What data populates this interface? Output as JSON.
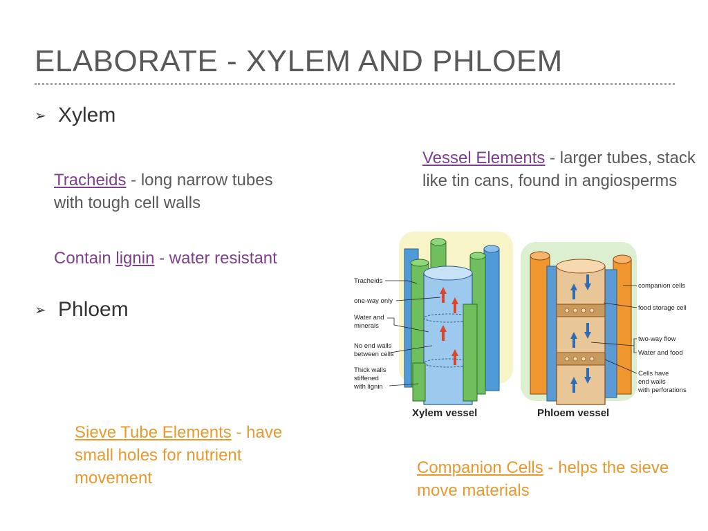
{
  "slide": {
    "title": "ELABORATE - XYLEM AND PHLOEM",
    "xylem_heading": "Xylem",
    "phloem_heading": "Phloem",
    "bullet_glyph": "➢",
    "tracheids": {
      "term": "Tracheids",
      "rest": " - long narrow tubes with tough cell walls"
    },
    "lignin": {
      "prefix": "Contain ",
      "term": "lignin",
      "rest": " - water resistant"
    },
    "vessel_elements": {
      "term": "Vessel Elements",
      "rest": " - larger tubes, stack like tin cans, found in angiosperms"
    },
    "sieve_tube": {
      "term": "Sieve Tube Elements",
      "rest": " - have small holes for nutrient movement"
    },
    "companion": {
      "term": "Companion Cells",
      "rest": " - helps the sieve move materials"
    }
  },
  "diagram": {
    "left_labels": [
      "Tracheids",
      "one-way only",
      "Water and",
      "minerals",
      "No end walls",
      "between cells",
      "Thick walls",
      "stiffened",
      "with lignin"
    ],
    "right_labels": [
      "companion cells",
      "food storage cell",
      "two-way flow",
      "Water and food",
      "Cells have",
      "end walls",
      "with perforations"
    ],
    "xylem_caption": "Xylem vessel",
    "phloem_caption": "Phloem vessel",
    "colors": {
      "xylem_bg": "#f7f4c8",
      "phloem_bg": "#dcefd0",
      "tracheid": "#5cb85c",
      "vessel": "#5b9bd5",
      "orange": "#f0962e",
      "arrow_red": "#d9462a",
      "arrow_blue": "#2e6db4"
    }
  }
}
